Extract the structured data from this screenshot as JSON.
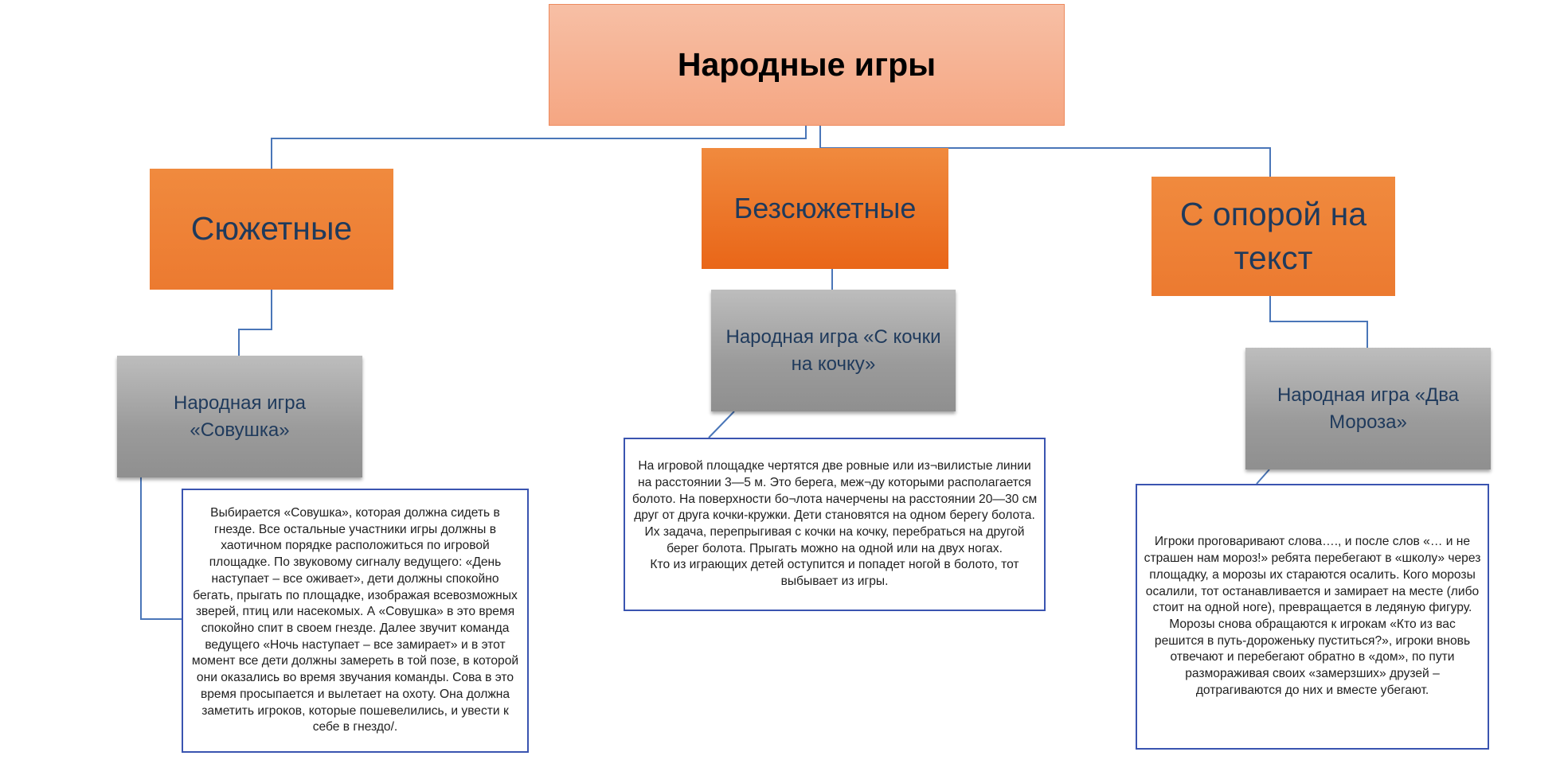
{
  "root": {
    "title": "Народные игры"
  },
  "categories": [
    {
      "label": "Сюжетные",
      "game": "Народная игра «Совушка»",
      "description": "Выбирается «Совушка», которая должна сидеть в гнезде. Все остальные участники игры должны в хаотичном порядке расположиться по игровой площадке. По звуковому сигналу ведущего: «День наступает – все оживает», дети должны спокойно бегать, прыгать по площадке, изображая всевозможных зверей, птиц или насекомых. А «Совушка» в это время спокойно спит в своем гнезде. Далее звучит команда ведущего «Ночь наступает – все замирает» и в этот момент все дети должны замереть в той позе, в которой они оказались во время звучания команды. Сова в это время просыпается и вылетает на охоту. Она должна заметить игроков, которые пошевелились, и увести к себе в гнездо/."
    },
    {
      "label": "Безсюжетные",
      "game": "Народная игра «С кочки на кочку»",
      "description": "На игровой площадке чертятся две ровные или из¬вилистые линии на расстоянии 3—5 м. Это берега, меж¬ду которыми располагается болото. На поверхности бо¬лота начерчены на расстоянии 20—30 см друг от друга кочки-кружки. Дети становятся на одном берегу болота. Их задача, перепрыгивая с кочки на кочку, перебраться на другой берег болота. Прыгать можно на одной или на двух ногах.\nКто из играющих детей оступится и попадет ногой в болото, тот выбывает из игры."
    },
    {
      "label": "С опорой на текст",
      "game": "Народная игра «Два Мороза»",
      "description": "Игроки проговаривают слова…., и после слов «… и не страшен нам мороз!» ребята перебегают в «школу» через площадку, а морозы их стараются осалить. Кого морозы осалили, тот останавливается и замирает на месте (либо стоит на одной ноге), превращается в ледяную фигуру. Морозы снова обращаются к игрокам «Кто из вас решится в путь-дороженьку пуститься?», игроки вновь отвечают и перебегают обратно в «дом», по пути размораживая своих «замерзших» друзей – дотрагиваются до них и вместе убегают."
    }
  ],
  "colors": {
    "root_fill": "#f5a682",
    "category_fill": "#ec7a30",
    "category_text": "#1f3a5c",
    "game_fill": "#9b9b9b",
    "connector": "#4a76b8",
    "description_border": "#3a54b0"
  }
}
